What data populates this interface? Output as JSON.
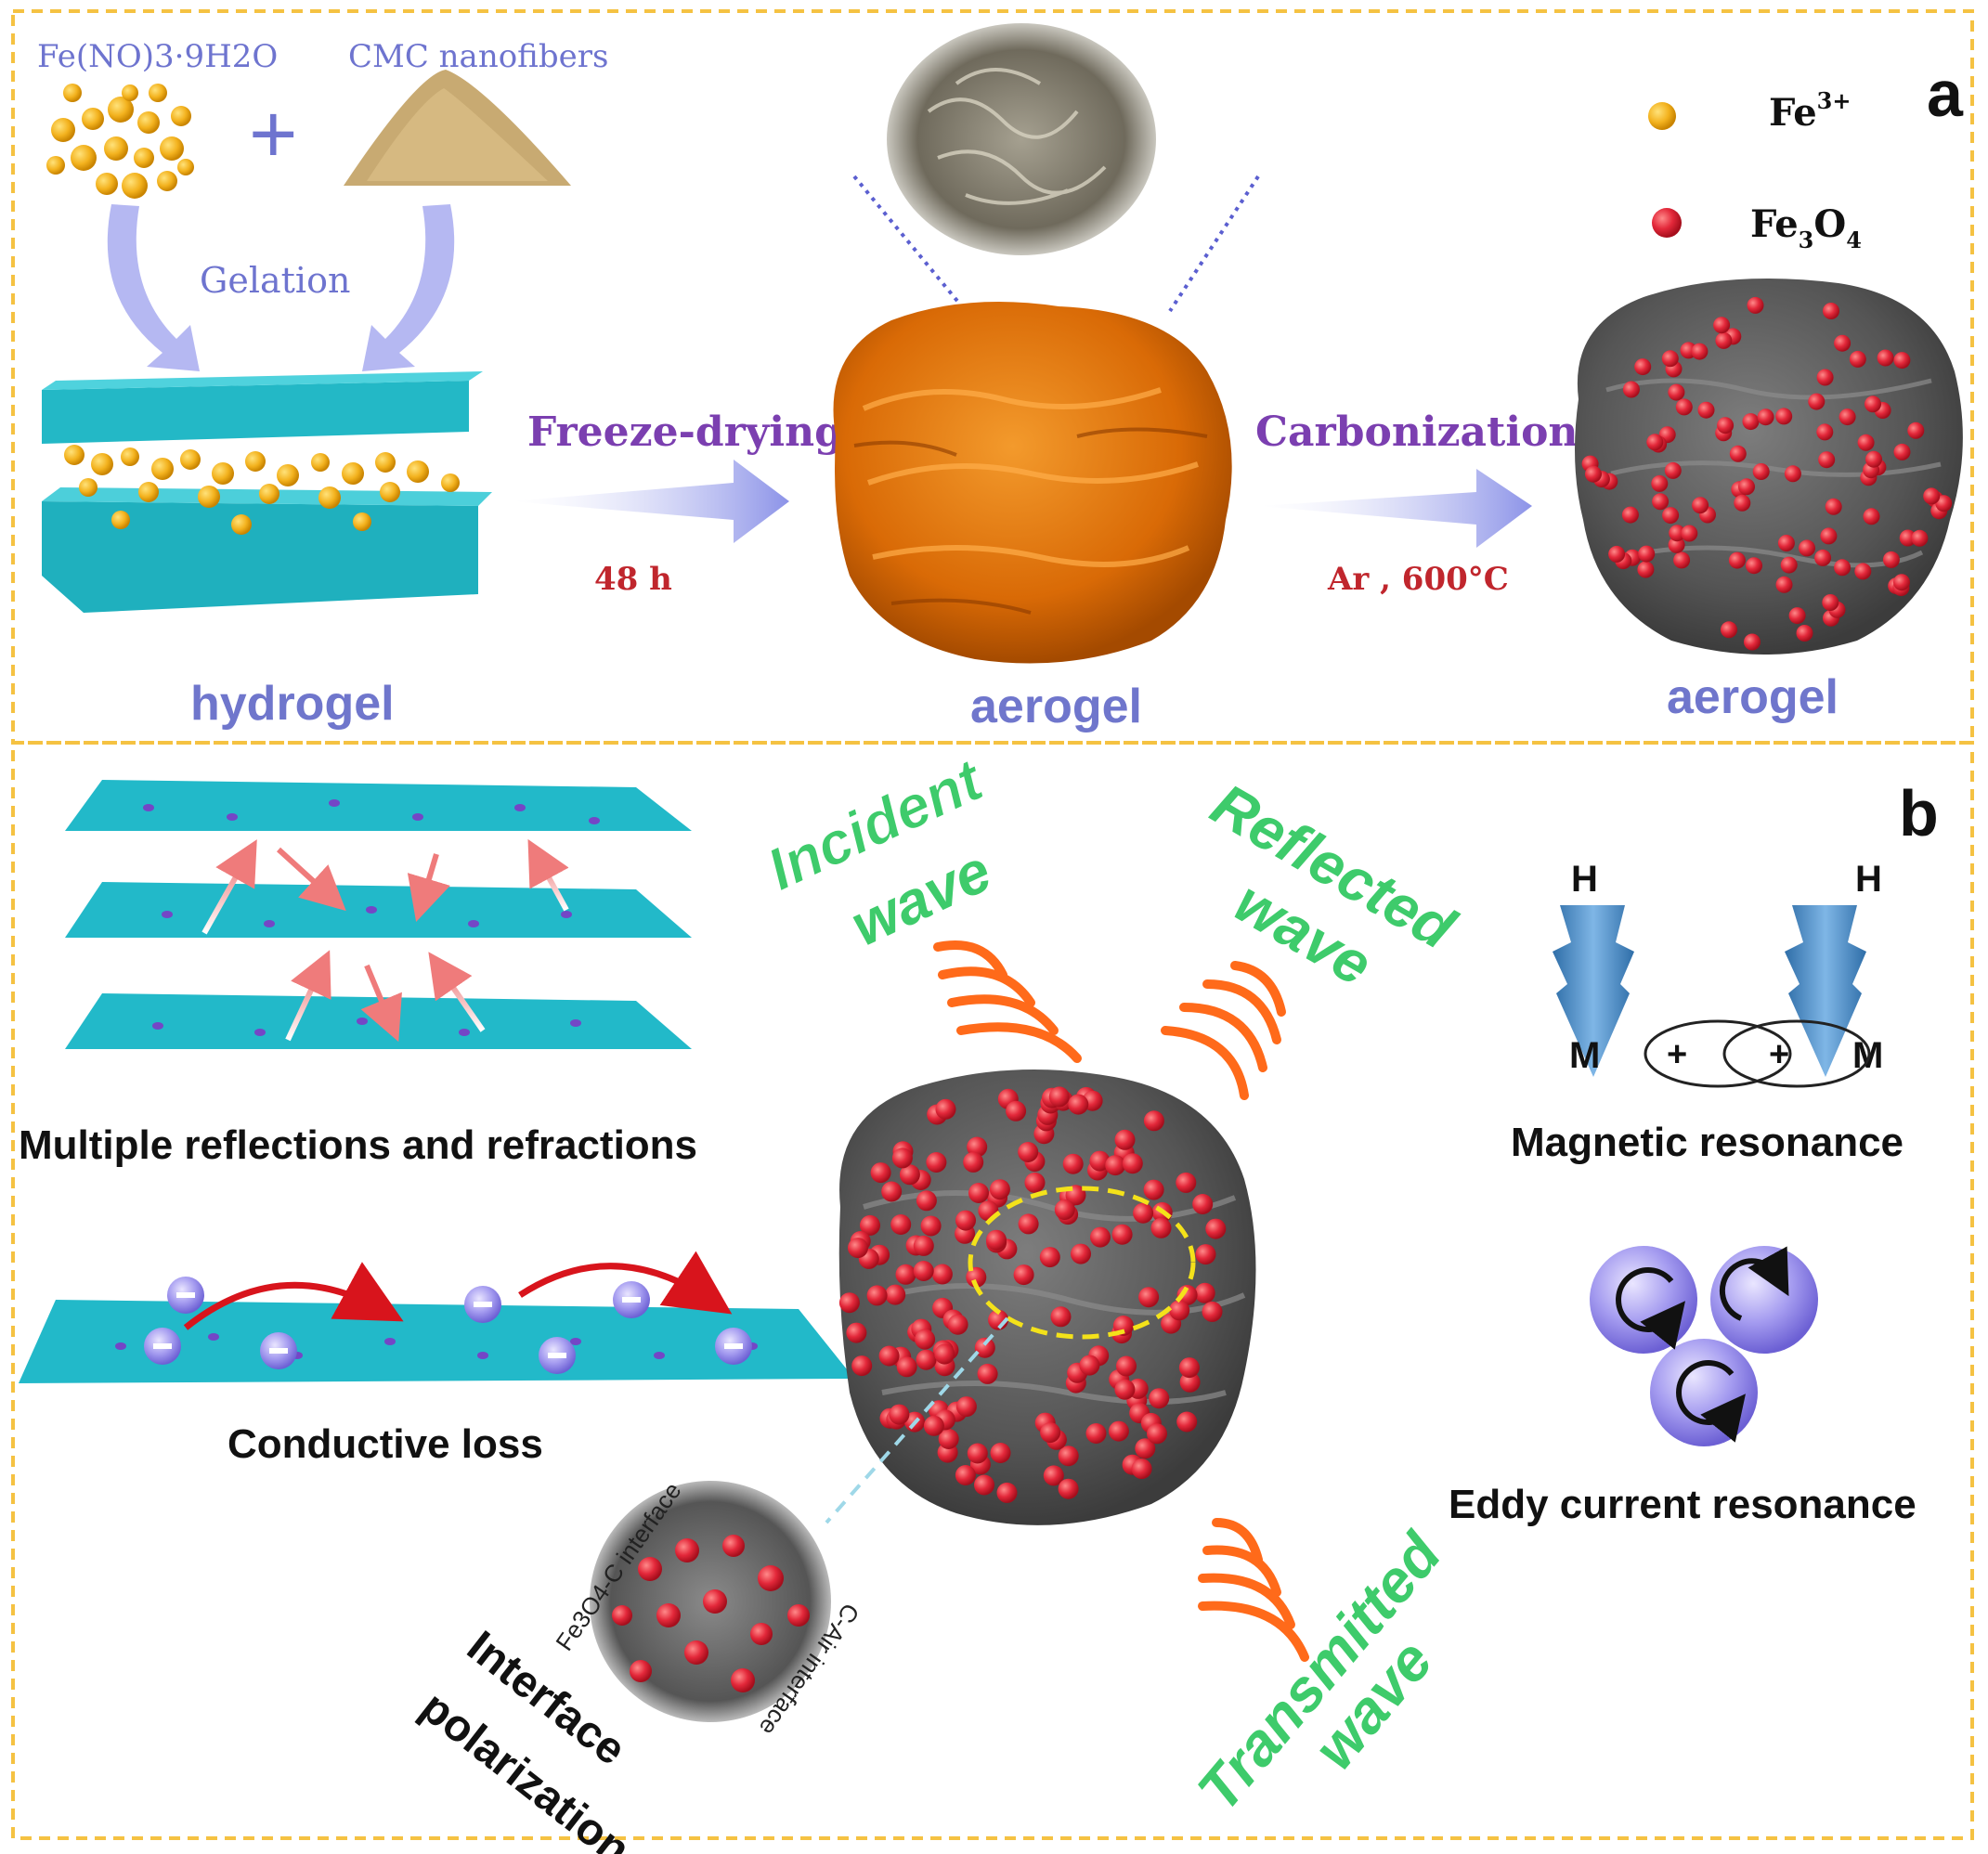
{
  "panel_a": {
    "letter": "a",
    "reagents": {
      "iron_salt": "Fe(NO)3·9H2O",
      "nanofiber": "CMC nanofibers",
      "plus": "+"
    },
    "gelation_label": "Gelation",
    "hydrogel_label": "hydrogel",
    "step1": {
      "label": "Freeze-drying",
      "condition": "48 h"
    },
    "aerogel1_label": "aerogel",
    "step2": {
      "label": "Carbonization",
      "condition": "Ar , 600°C"
    },
    "aerogel2_label": "aerogel",
    "legend": {
      "fe3": {
        "label": "Fe3+",
        "color": "#f2b31c"
      },
      "fe3o4": {
        "label": "Fe3O4",
        "color": "#d9333b"
      }
    }
  },
  "panel_b": {
    "letter": "b",
    "multiple_reflections_label": "Multiple reflections and refractions",
    "conductive_loss_label": "Conductive loss",
    "interface_polarization_label": "Interface polarization",
    "interface_labels": {
      "fe_c": "Fe3O4-C interface",
      "c_air": "C-Air interface"
    },
    "incident_wave": "Incident wave",
    "reflected_wave": "Reflected wave",
    "transmitted_wave": "Transmitted wave",
    "magnetic": {
      "H": "H",
      "M": "M",
      "plus": "+",
      "label": "Magnetic resonance"
    },
    "eddy_label": "Eddy current resonance"
  },
  "colors": {
    "border": "#f5c242",
    "arrow": "#8c93e8",
    "process_text": "#7b3fb0",
    "condition_text": "#c0262d",
    "hydrogel_text": "#6f76cc",
    "wave_text": "#3ecb6b",
    "sheet": "#21b8c8",
    "carbon": "#5a5a5a",
    "particle_red": "#e0283a",
    "gold": "#f0ad17"
  }
}
